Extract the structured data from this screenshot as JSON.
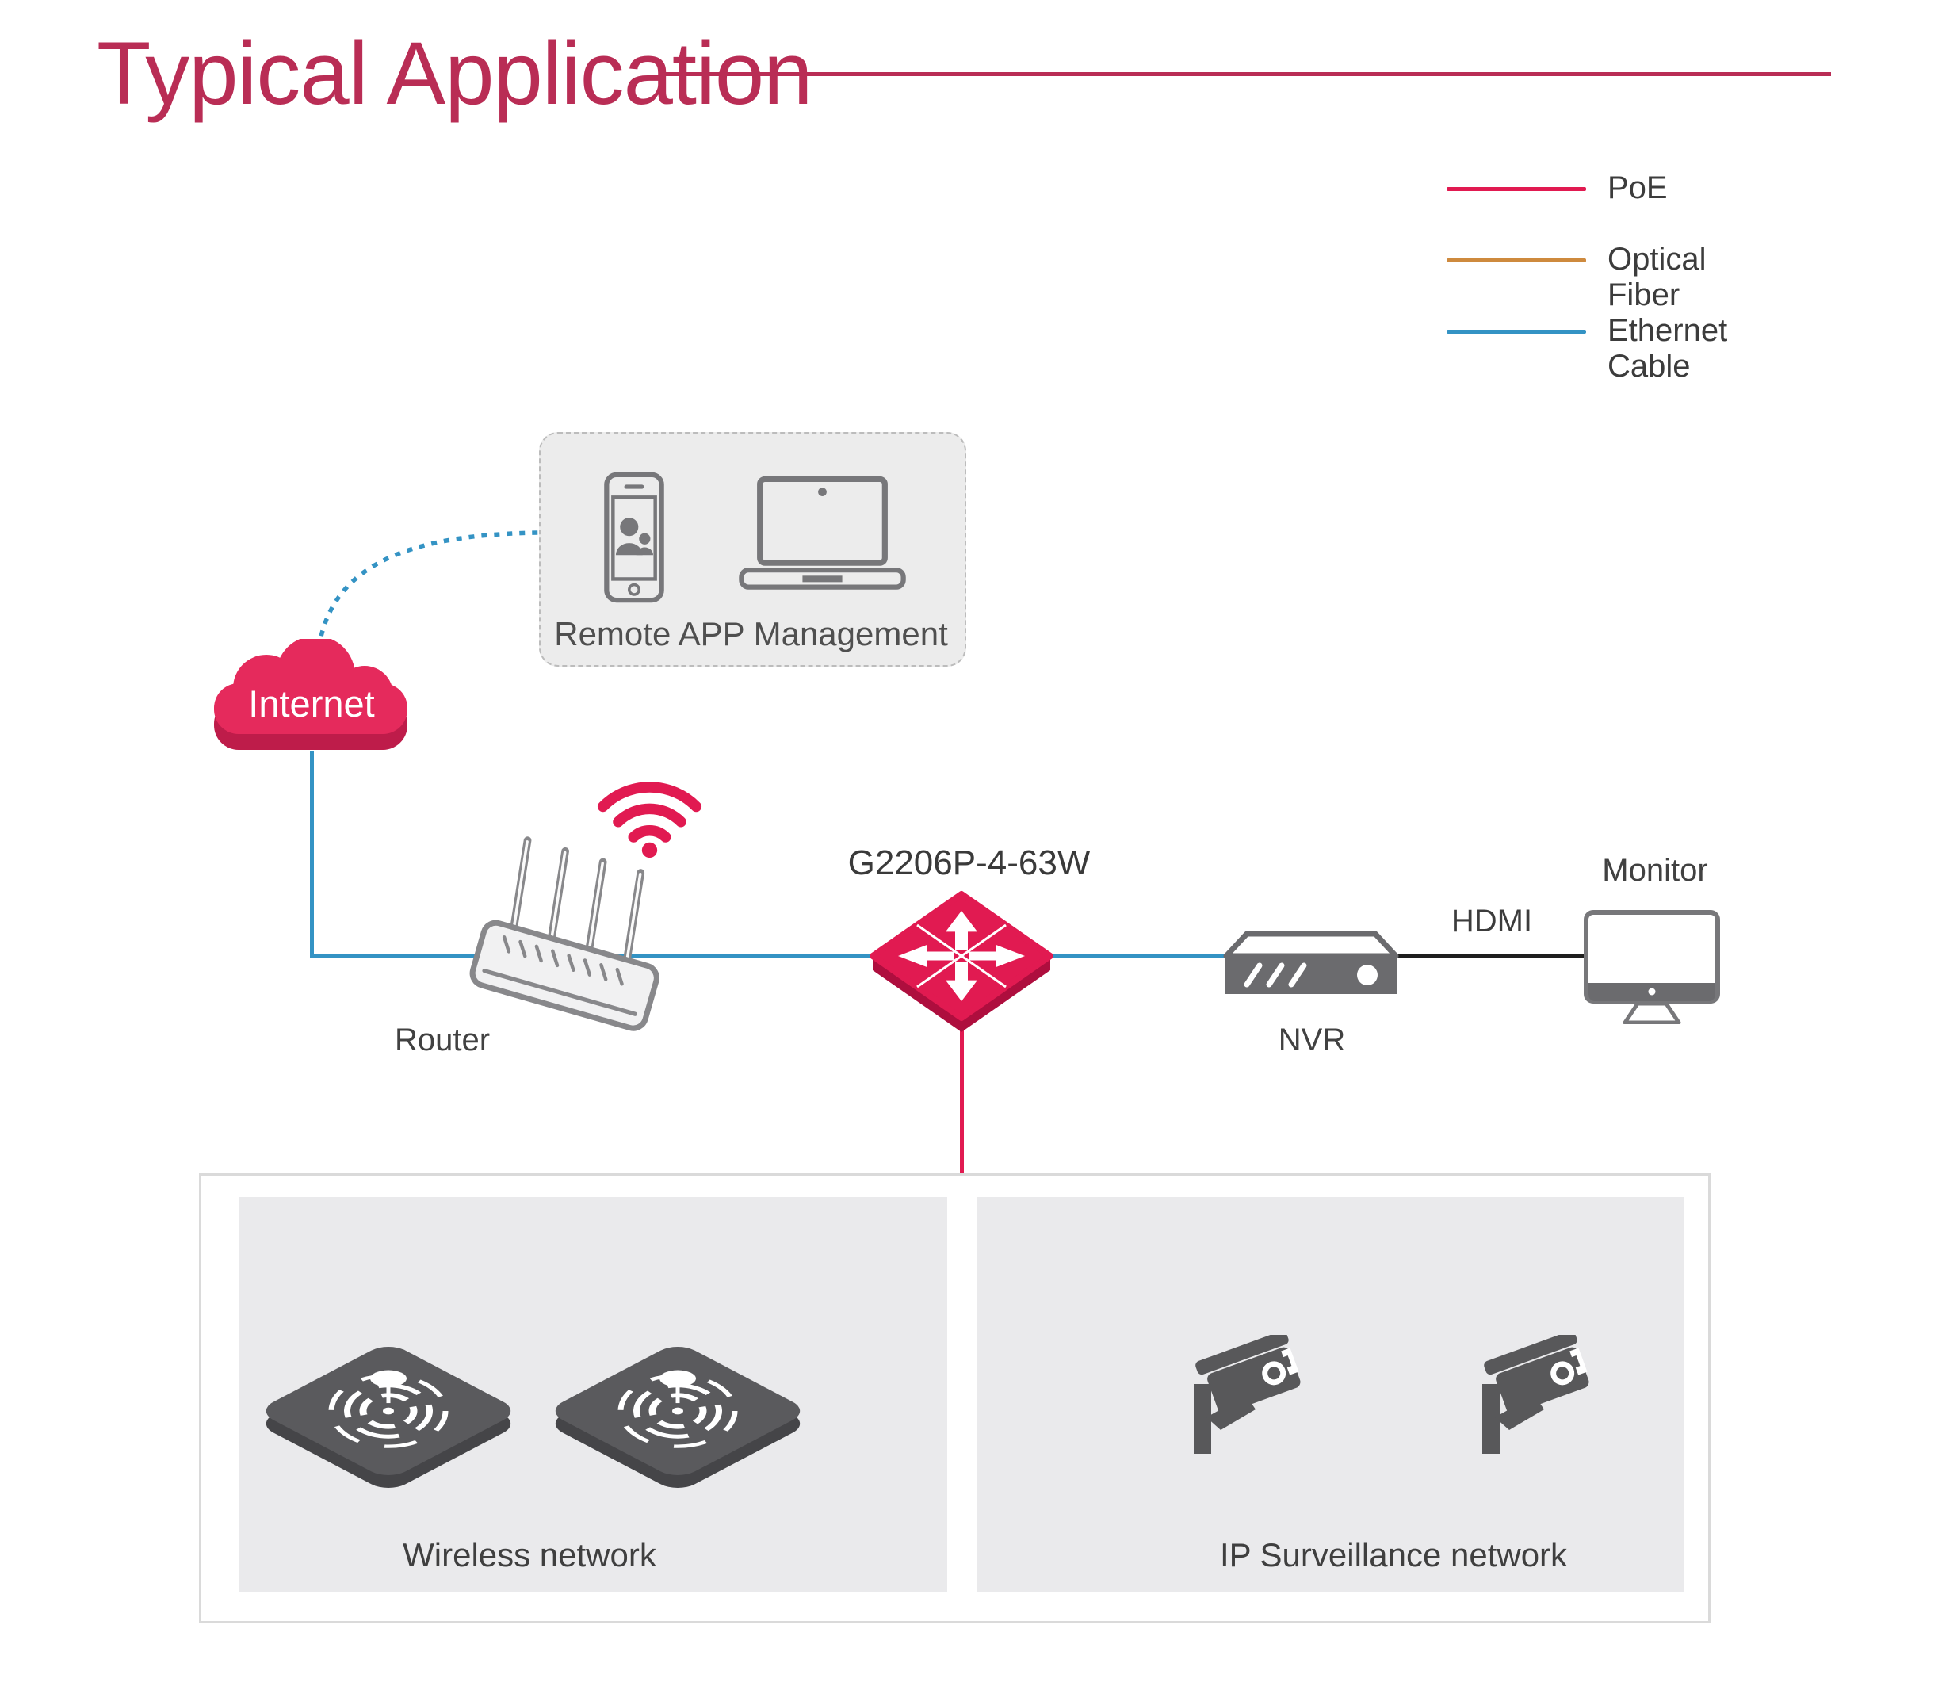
{
  "page": {
    "title": "Typical Application"
  },
  "colors": {
    "title_crimson": "#B92D55",
    "poe_pink": "#E11A51",
    "optical_orange": "#CE8A3E",
    "ethernet_blue": "#3493C4",
    "cloud_pink": "#E52A5C",
    "cloud_dark": "#BE1C4A",
    "switch_side": "#AE0E3E",
    "device_dark": "#58585A",
    "nvr_gray": "#6B6B6E",
    "outline_gray": "#77777A",
    "zone_fill": "#EAEAEC"
  },
  "legend": {
    "items": [
      {
        "label": "PoE",
        "color": "#E11A51"
      },
      {
        "label": "Optical Fiber",
        "color": "#CE8A3E"
      },
      {
        "label": "Ethernet Cable",
        "color": "#3493C4"
      }
    ]
  },
  "nodes": {
    "remote_management": {
      "label": "Remote APP Management"
    },
    "internet": {
      "label": "Internet"
    },
    "router": {
      "label": "Router"
    },
    "switch": {
      "label": "G2206P-4-63W"
    },
    "nvr": {
      "label": "NVR"
    },
    "hdmi": {
      "label": "HDMI"
    },
    "monitor": {
      "label": "Monitor"
    }
  },
  "zones": {
    "wireless": {
      "label": "Wireless network"
    },
    "surveillance": {
      "label": "IP Surveillance network"
    }
  }
}
